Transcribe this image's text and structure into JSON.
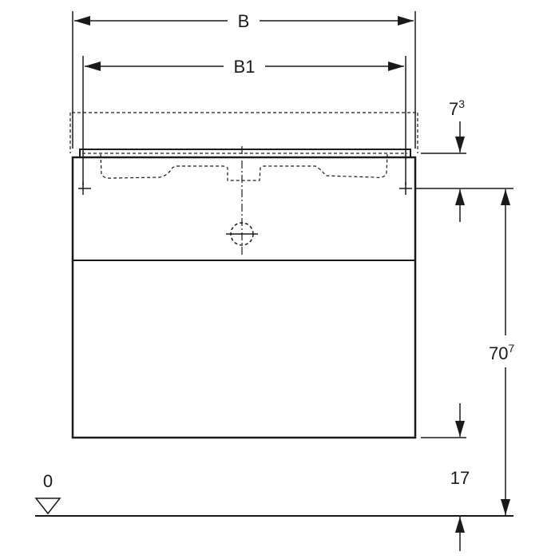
{
  "labels": {
    "width_b": "B",
    "width_b1": "B1",
    "top_offset_main": "7",
    "top_offset_sup": "3",
    "height_main": "70",
    "height_sup": "7",
    "floor_clearance": "17",
    "floor_level": "0"
  },
  "colors": {
    "line": "#1a1a1a",
    "background": "#ffffff"
  }
}
